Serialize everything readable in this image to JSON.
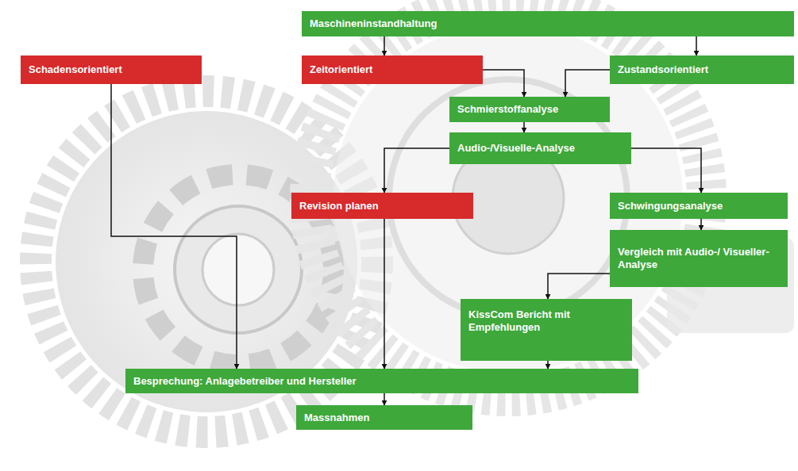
{
  "diagram": {
    "nodes": [
      {
        "text": [
          "Maschineninstandhaltung"
        ]
      },
      {
        "text": [
          "Schadensorientiert"
        ]
      },
      {
        "text": [
          "Zeitorientiert"
        ]
      },
      {
        "text": [
          "Zustandsorientiert"
        ]
      },
      {
        "text": [
          "Schmierstoffanalyse"
        ]
      },
      {
        "text": [
          "Audio-/Visuelle-Analyse"
        ]
      },
      {
        "text": [
          "Revision planen"
        ]
      },
      {
        "text": [
          "Schwingungsanalyse"
        ]
      },
      {
        "text": [
          "Vergleich mit Audio-/ Visueller-Analyse"
        ]
      },
      {
        "text": [
          "KissCom Bericht mit Empfehlungen"
        ]
      },
      {
        "text": [
          "Besprechung: Anlagebetreiber und Hersteller"
        ]
      },
      {
        "text": [
          "Massnahmen"
        ]
      }
    ],
    "edges": [
      {
        "from": 0,
        "to": 2,
        "arrow": "to"
      },
      {
        "from": 0,
        "to": 3,
        "arrow": "to"
      },
      {
        "from": 2,
        "to": 4,
        "arrow": "to"
      },
      {
        "from": 3,
        "to": 4,
        "arrow": "to"
      },
      {
        "from": 1,
        "to": 10,
        "arrow": "to"
      },
      {
        "from": 4,
        "to": 5,
        "arrow": "to"
      },
      {
        "from": 5,
        "to": 6,
        "arrow": "to"
      },
      {
        "from": 5,
        "to": 7,
        "arrow": "to"
      },
      {
        "from": 6,
        "to": 10,
        "arrow": "to"
      },
      {
        "from": 7,
        "to": 8,
        "arrow": "to"
      },
      {
        "from": 8,
        "to": 9,
        "arrow": "to"
      },
      {
        "from": 9,
        "to": 10,
        "arrow": "to"
      },
      {
        "from": 10,
        "to": 11,
        "arrow": "to"
      }
    ]
  }
}
